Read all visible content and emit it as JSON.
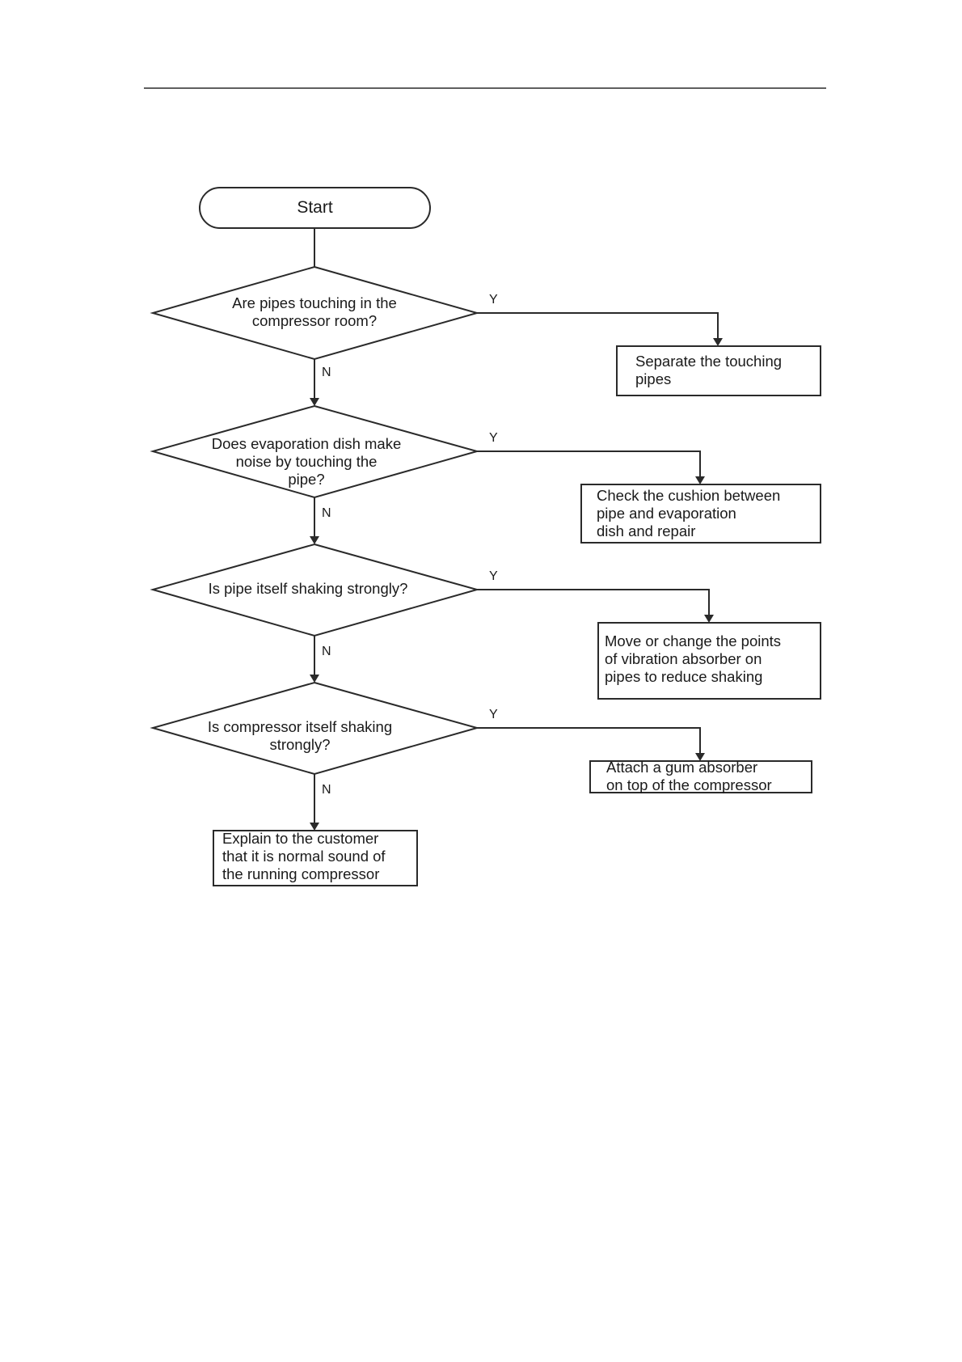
{
  "flowchart": {
    "start": "Start",
    "decisions": [
      {
        "text": "Are pipes touching in the\ncompressor room?"
      },
      {
        "text": "Does evaporation dish make\nnoise by touching the\npipe?"
      },
      {
        "text": "Is  pipe itself shaking strongly?"
      },
      {
        "text": "Is compressor  itself shaking\nstrongly?"
      }
    ],
    "actions": [
      {
        "text": "Separate the touching\npipes"
      },
      {
        "text": "Check the cushion between\npipe and evaporation\ndish and repair"
      },
      {
        "text": "Move or change the points\nof vibration absorber on\npipes to reduce shaking"
      },
      {
        "text": "Attach a gum absorber\non top of the compressor"
      }
    ],
    "final": "Explain to the customer\nthat it is normal sound of\nthe running compressor",
    "yes_label": "Y",
    "no_label": "N"
  }
}
